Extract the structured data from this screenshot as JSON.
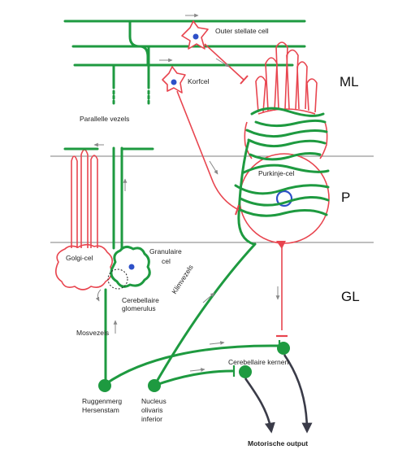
{
  "layers": {
    "ml": "ML",
    "p": "P",
    "gl": "GL"
  },
  "labels": {
    "outer_stellate": "Outer stellate cell",
    "korfcel": "Korfcel",
    "parallel_fibers": "Parallelle vezels",
    "purkinje": "Purkinje-cel",
    "golgi": "Golgi-cel",
    "granulaire_1": "Granulaire",
    "granulaire_2": "cel",
    "glomerulus_1": "Cerebellaire",
    "glomerulus_2": "glomerulus",
    "klimvezels": "Klimvezels",
    "mosvezels": "Mosvezels",
    "nuclei": "Cerebellaire kernen",
    "ruggenmerg_1": "Ruggenmerg",
    "ruggenmerg_2": "Hersenstam",
    "olive_1": "Nucleus",
    "olive_2": "olivaris",
    "olive_3": "inferior",
    "output": "Motorische output"
  },
  "colors": {
    "excitatory_fiber": "#1e9a40",
    "inhibitory_cell": "#e8454f",
    "nucleus": "#2d50c8",
    "output_axon": "#3a3b48",
    "layer_line": "#555555"
  }
}
